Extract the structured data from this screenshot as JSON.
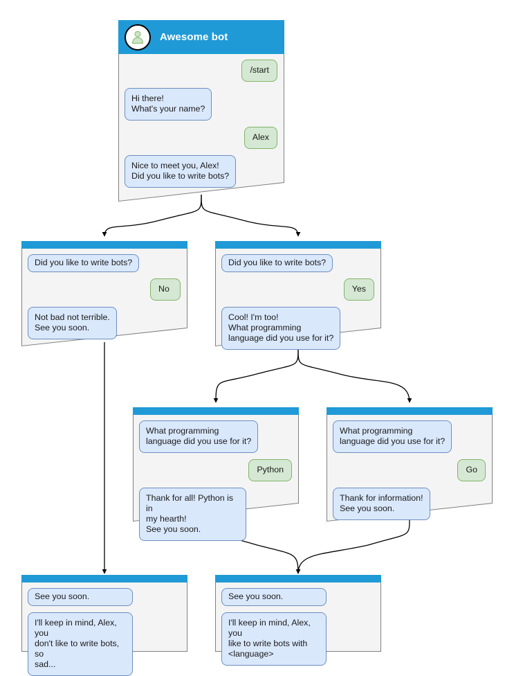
{
  "diagram": {
    "title": "Awesome bot chat flow",
    "colors": {
      "header_blue": "#1f9ad6",
      "node_background": "#f4f4f4",
      "node_border": "#808080",
      "bot_bubble_fill": "#dae8fc",
      "bot_bubble_border": "#6c8ebf",
      "user_bubble_fill": "#d5e8d4",
      "user_bubble_border": "#82b366",
      "edge": "#000000"
    },
    "avatar_icon": "person-icon"
  },
  "nodes": {
    "root": {
      "header_title": "Awesome bot",
      "messages": [
        {
          "side": "user",
          "text": "/start"
        },
        {
          "side": "bot",
          "text": "Hi there!\nWhat's your name?"
        },
        {
          "side": "user",
          "text": "Alex"
        },
        {
          "side": "bot",
          "text": "Nice to meet you, Alex!\nDid you like to write bots?"
        }
      ]
    },
    "no_branch": {
      "header_title": "",
      "messages": [
        {
          "side": "bot",
          "text": "Did you like to write bots?"
        },
        {
          "side": "user",
          "text": "No"
        },
        {
          "side": "bot",
          "text": "Not bad not terrible.\nSee you soon."
        }
      ]
    },
    "yes_branch": {
      "header_title": "",
      "messages": [
        {
          "side": "bot",
          "text": "Did you like to write bots?"
        },
        {
          "side": "user",
          "text": "Yes"
        },
        {
          "side": "bot",
          "text": "Cool! I'm too!\nWhat programming\nlanguage did you use for it?"
        }
      ]
    },
    "python_branch": {
      "header_title": "",
      "messages": [
        {
          "side": "bot",
          "text": "What programming\nlanguage did you use for it?"
        },
        {
          "side": "user",
          "text": "Python"
        },
        {
          "side": "bot",
          "text": "Thank for all! Python is in\nmy hearth!\nSee you soon."
        }
      ]
    },
    "go_branch": {
      "header_title": "",
      "messages": [
        {
          "side": "bot",
          "text": "What programming\nlanguage did you use for it?"
        },
        {
          "side": "user",
          "text": "Go"
        },
        {
          "side": "bot",
          "text": "Thank for information!\nSee you soon."
        }
      ]
    },
    "end_sad": {
      "header_title": "",
      "messages": [
        {
          "side": "bot",
          "text": "See you soon."
        },
        {
          "side": "bot",
          "text": "I'll keep in mind, Alex, you\ndon't like to write bots, so\nsad..."
        }
      ]
    },
    "end_happy": {
      "header_title": "",
      "messages": [
        {
          "side": "bot",
          "text": "See you soon."
        },
        {
          "side": "bot",
          "text": "I'll keep in mind, Alex, you\nlike to write bots with\n<language>"
        }
      ]
    }
  }
}
